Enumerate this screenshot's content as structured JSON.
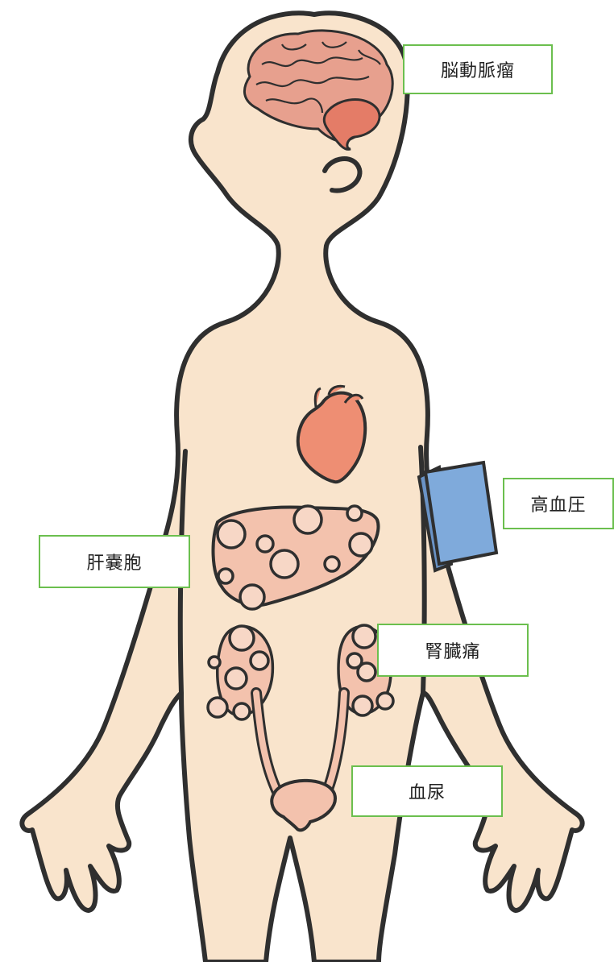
{
  "labels": {
    "brain_aneurysm": "脳動脈瘤",
    "hypertension": "高血圧",
    "liver_cyst": "肝嚢胞",
    "kidney_pain": "腎臓痛",
    "hematuria": "血尿"
  },
  "colors": {
    "skin": "#f9e4cc",
    "outline": "#2f2f2f",
    "brain": "#e7a08e",
    "heart": "#ee8e73",
    "organ": "#f3c2ad",
    "cyst": "#f7d7c6",
    "cuff": "#7faadb",
    "label_border": "#6bbf4e"
  },
  "icons": {
    "brain": "brain-icon",
    "heart": "heart-icon",
    "liver": "liver-icon",
    "kidneys": "kidney-icon",
    "bladder": "bladder-icon",
    "cuff": "blood-pressure-cuff-icon"
  }
}
